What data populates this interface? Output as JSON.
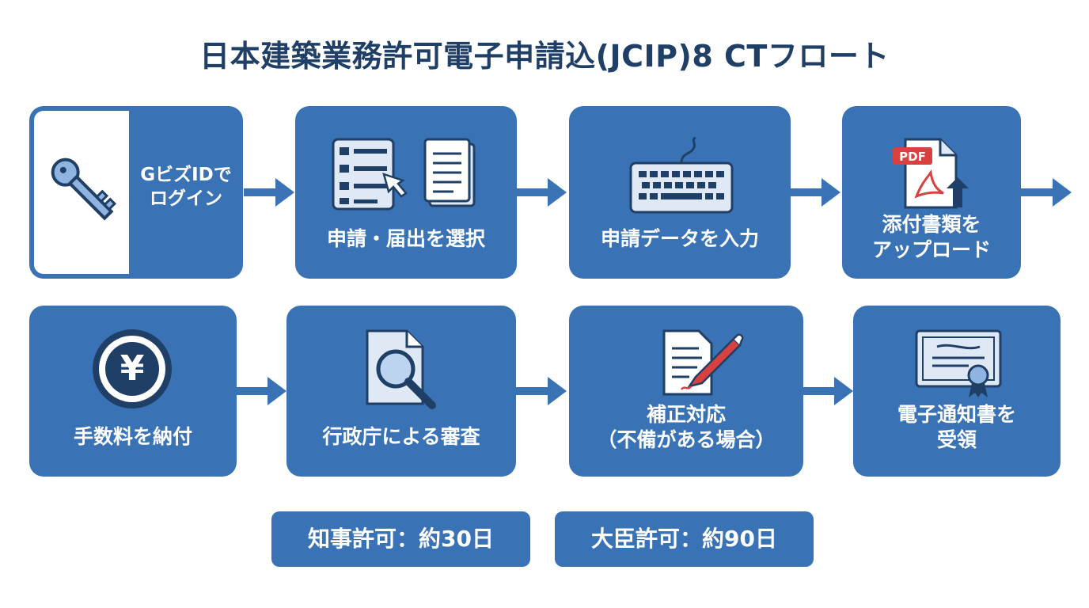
{
  "title": "日本建築業務許可電子申請込(JCIP)8 CTフロート",
  "steps": [
    {
      "label": "GビズIDで\nログイン",
      "icon": "key-icon"
    },
    {
      "label": "申請・届出を選択",
      "icon": "form-select-icon"
    },
    {
      "label": "申請データを入力",
      "icon": "keyboard-icon"
    },
    {
      "label": "添付書類を\nアップロード",
      "icon": "pdf-upload-icon",
      "pdf_text": "PDF"
    },
    {
      "label": "手数料を納付",
      "icon": "yen-icon",
      "symbol": "¥"
    },
    {
      "label": "行政庁による審査",
      "icon": "document-search-icon"
    },
    {
      "label": "補正対応\n（不備がある場合）",
      "icon": "document-pen-icon"
    },
    {
      "label": "電子通知書を\n受領",
      "icon": "certificate-icon"
    }
  ],
  "durations": [
    {
      "label": "知事許可：約30日"
    },
    {
      "label": "大臣許可：約90日"
    }
  ],
  "colors": {
    "card": "#3a73b5",
    "title": "#1f3f66",
    "accent": "#1f3f66"
  }
}
